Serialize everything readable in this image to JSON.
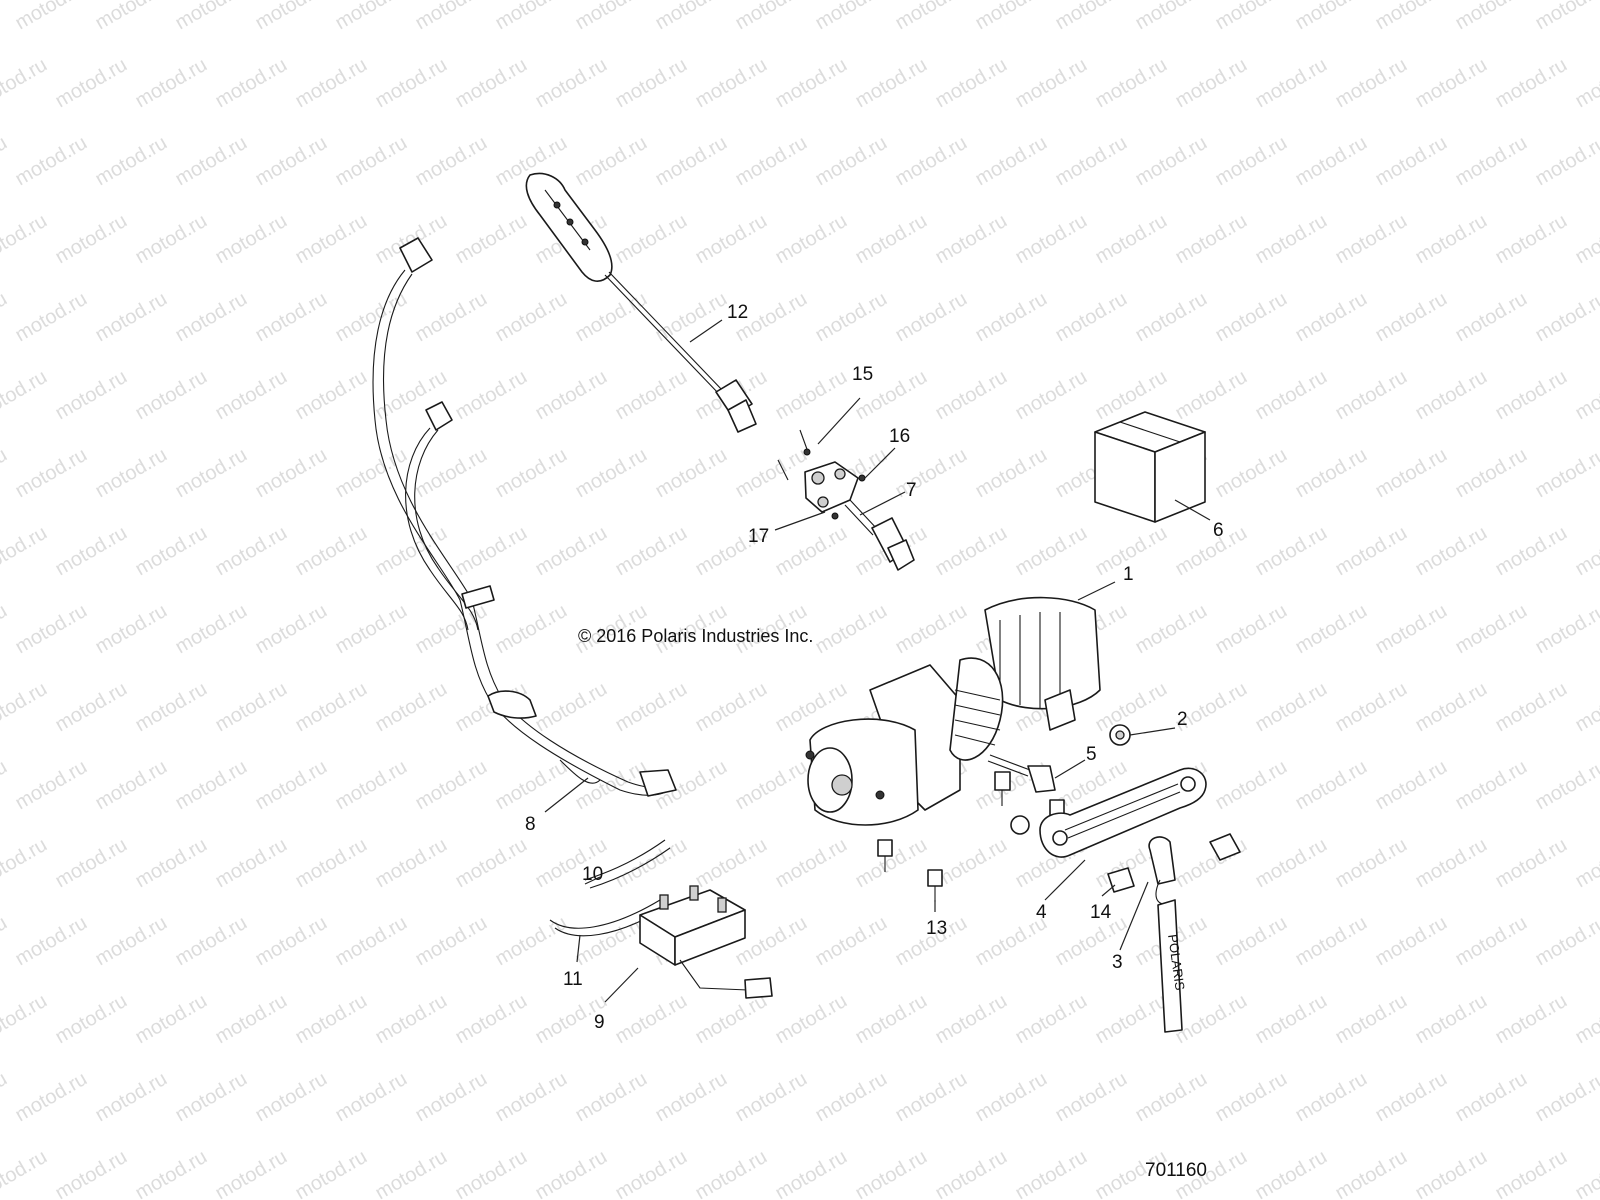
{
  "watermark": {
    "text": "motod.ru"
  },
  "copyright": "© 2016 Polaris Industries Inc.",
  "figure_number": "701160",
  "callouts": {
    "c1": "1",
    "c2": "2",
    "c3": "3",
    "c4": "4",
    "c5": "5",
    "c6": "6",
    "c7": "7",
    "c8": "8",
    "c9": "9",
    "c10": "10",
    "c11": "11",
    "c12": "12",
    "c13": "13",
    "c14": "14",
    "c15": "15",
    "c16": "16",
    "c17": "17"
  },
  "decal_text": "POLARIS"
}
